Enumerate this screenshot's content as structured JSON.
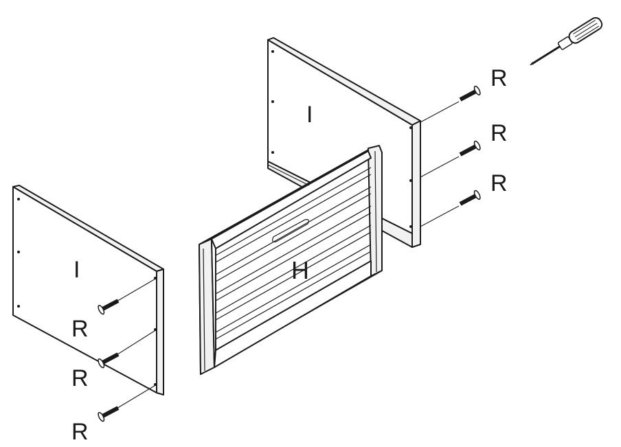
{
  "labels": {
    "panel_left": "I",
    "panel_back": "I",
    "door_panel": "H",
    "screw_left_1": "R",
    "screw_left_2": "R",
    "screw_left_3": "R",
    "screw_right_1": "R",
    "screw_right_2": "R",
    "screw_right_3": "R"
  },
  "icons": {
    "tool": "screwdriver-icon",
    "fastener": "screw-icon"
  }
}
